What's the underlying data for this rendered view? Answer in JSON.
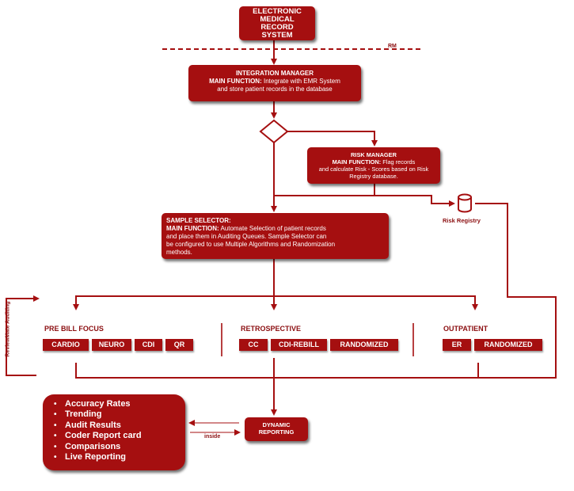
{
  "colors": {
    "primary": "#a50f10",
    "line": "#a50f10",
    "label": "#8b0e10"
  },
  "emr": [
    "ELECTRONIC",
    "MEDICAL",
    "RECORD",
    "SYSTEM"
  ],
  "rm_label": "RM",
  "integration_manager": {
    "title": "INTEGRATION MANAGER",
    "main_label": "MAIN FUNCTION:",
    "main_text_1": "Integrate with EMR System",
    "main_text_2": "and store patient records in the database"
  },
  "risk_manager": {
    "title": "RISK MANAGER",
    "main_label": "MAIN FUNCTION:",
    "main_text_1": "Flag records",
    "main_text_2": "and calculate Risk - Scores based on Risk",
    "main_text_3": "Registry database."
  },
  "risk_registry": {
    "label": "Risk Registry",
    "icon": "database-icon"
  },
  "sample_selector": {
    "title": "SAMPLE SELECTOR:",
    "main_label": "MAIN FUNCTION:",
    "text_1": "Automate Selection of patient records",
    "text_2": "and place them in Auditing Queues. Sample Selector can",
    "text_3": "be configured to use Multiple Algorithms and Randomization",
    "text_4": "methods."
  },
  "side_label": "ReviewMate Auditing",
  "categories": {
    "prebill": {
      "title": "PRE BILL FOCUS",
      "tags": [
        "CARDIO",
        "NEURO",
        "CDI",
        "QR"
      ]
    },
    "retro": {
      "title": "RETROSPECTIVE",
      "tags": [
        "CC",
        "CDI-REBILL",
        "RANDOMIZED"
      ]
    },
    "outpatient": {
      "title": "OUTPATIENT",
      "tags": [
        "ER",
        "RANDOMIZED"
      ]
    }
  },
  "dynamic_reporting": [
    "DYNAMIC",
    "REPORTING"
  ],
  "inside_label": "inside",
  "reports": [
    "Accuracy Rates",
    "Trending",
    "Audit Results",
    "Coder Report card",
    "Comparisons",
    "Live Reporting"
  ]
}
